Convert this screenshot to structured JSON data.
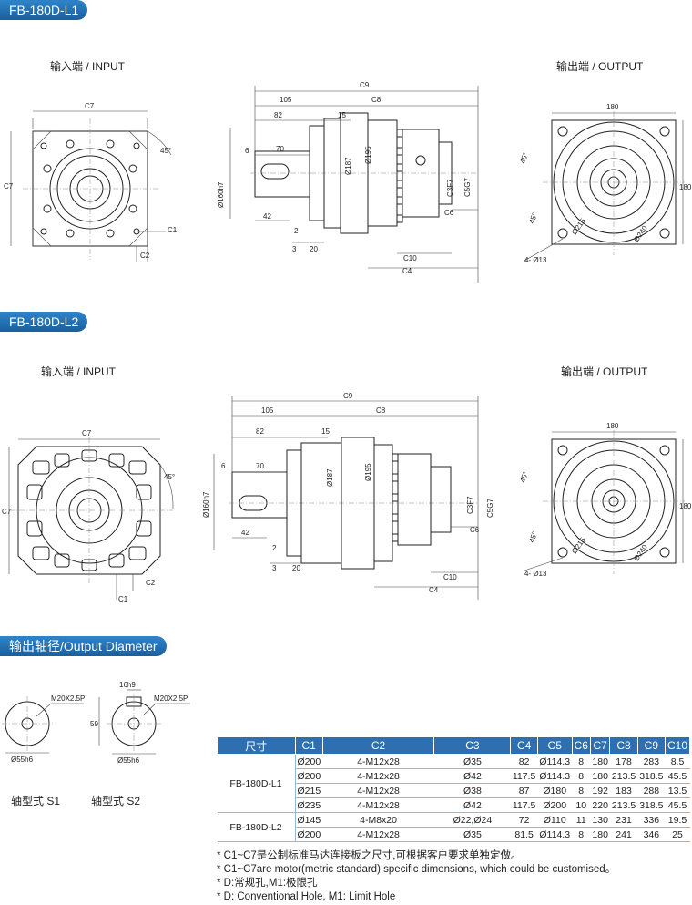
{
  "section1": {
    "title": "FB-180D-L1",
    "input_label": "输入端 / INPUT",
    "output_label": "输出端 / OUTPUT"
  },
  "section2": {
    "title": "FB-180D-L2",
    "input_label": "输入端 / INPUT",
    "output_label": "输出端 / OUTPUT"
  },
  "section3": {
    "title": "输出轴径/Output Diameter"
  },
  "dims": {
    "c1": "C1",
    "c2": "C2",
    "c3": "C3F7",
    "c4": "C4",
    "c5": "C5G7",
    "c6": "C6",
    "c7": "C7",
    "c8": "C8",
    "c9": "C9",
    "c10": "C10",
    "d105": "105",
    "d82": "82",
    "d15": "15",
    "d6": "6",
    "d70": "70",
    "d42": "42",
    "d2": "2",
    "d3": "3",
    "d20": "20",
    "d180": "180",
    "ang45": "45°",
    "dia160": "Ø160h7",
    "dia187": "Ø187",
    "dia195": "Ø195",
    "dia215": "Ø215",
    "dia240": "Ø240",
    "holes": "4- Ø13",
    "thread": "M20X2.5P",
    "key": "16h9",
    "d59": "59",
    "dia55": "Ø55h6"
  },
  "shafts": {
    "s1": "轴型式 S1",
    "s2": "轴型式 S2"
  },
  "table": {
    "headers": [
      "尺寸",
      "C1",
      "C2",
      "C3",
      "C4",
      "C5",
      "C6",
      "C7",
      "C8",
      "C9",
      "C10"
    ],
    "groups": [
      {
        "model": "FB-180D-L1",
        "rows": [
          [
            "Ø200",
            "4-M12x28",
            "Ø35",
            "82",
            "Ø114.3",
            "8",
            "180",
            "178",
            "283",
            "8.5"
          ],
          [
            "Ø200",
            "4-M12x28",
            "Ø42",
            "117.5",
            "Ø114.3",
            "8",
            "180",
            "213.5",
            "318.5",
            "45.5"
          ],
          [
            "Ø215",
            "4-M12x28",
            "Ø38",
            "87",
            "Ø180",
            "8",
            "192",
            "183",
            "288",
            "13.5"
          ],
          [
            "Ø235",
            "4-M12x28",
            "Ø42",
            "117.5",
            "Ø200",
            "10",
            "220",
            "213.5",
            "318.5",
            "45.5"
          ]
        ]
      },
      {
        "model": "FB-180D-L2",
        "rows": [
          [
            "Ø145",
            "4-M8x20",
            "Ø22,Ø24",
            "72",
            "Ø110",
            "11",
            "130",
            "231",
            "336",
            "19.5"
          ],
          [
            "Ø200",
            "4-M12x28",
            "Ø35",
            "81.5",
            "Ø114.3",
            "8",
            "180",
            "241",
            "346",
            "25"
          ]
        ]
      }
    ]
  },
  "notes": [
    "* C1~C7是公制标准马达连接板之尺寸,可根据客户要求单独定做。",
    "* C1~C7are motor(metric standard)  specific dimensions, which could be customised。",
    "* D:常规孔,M1:极限孔",
    "* D: Conventional Hole, M1: Limit Hole"
  ]
}
